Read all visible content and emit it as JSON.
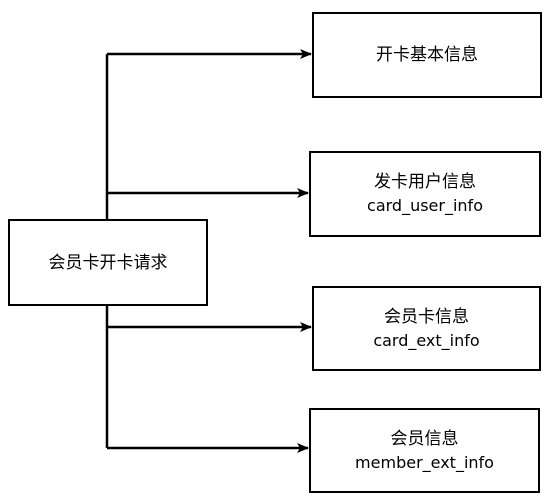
{
  "source": {
    "label": "会员卡开卡请求"
  },
  "targets": [
    {
      "label": "开卡基本信息",
      "sublabel": ""
    },
    {
      "label": "发卡用户信息",
      "sublabel": "card_user_info"
    },
    {
      "label": "会员卡信息",
      "sublabel": "card_ext_info"
    },
    {
      "label": "会员信息",
      "sublabel": "member_ext_info"
    }
  ],
  "colors": {
    "line": "#000000",
    "box_border": "#000000",
    "background": "#ffffff"
  }
}
